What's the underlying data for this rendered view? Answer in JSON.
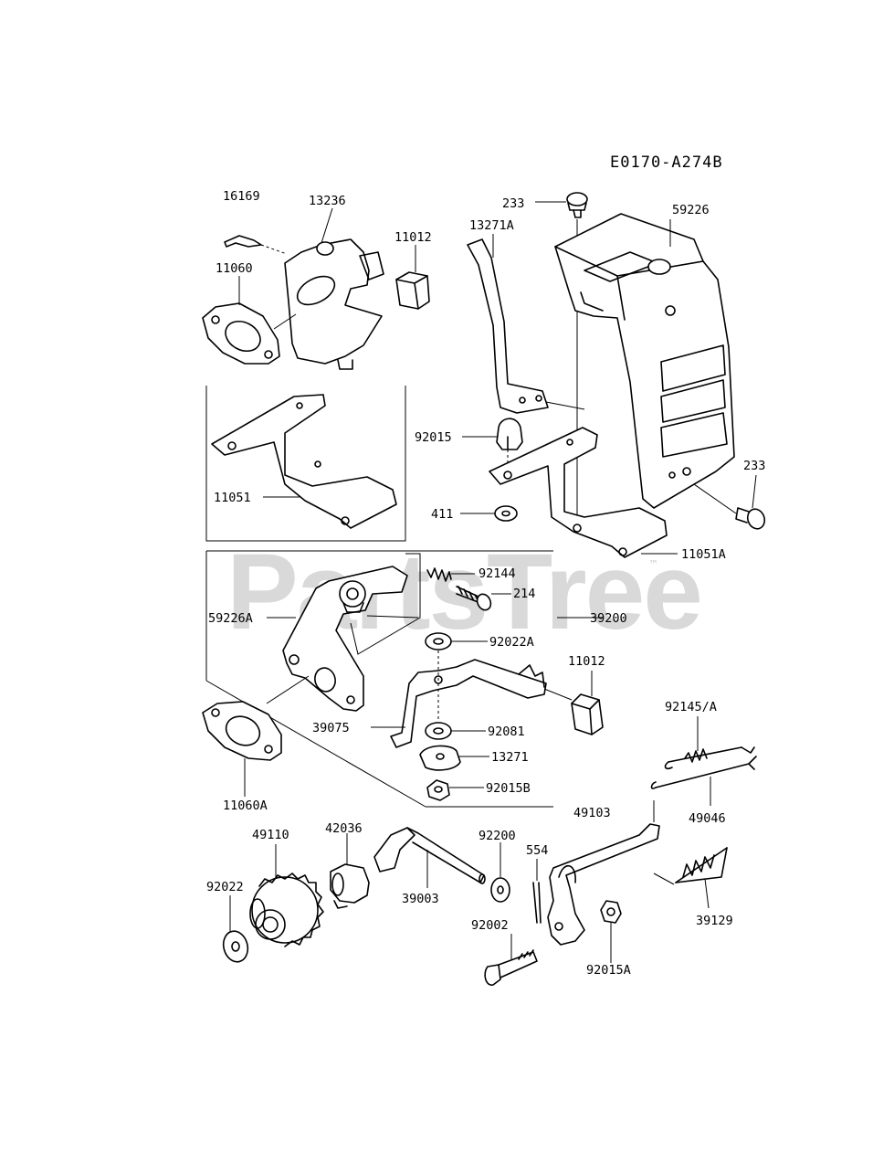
{
  "diagram": {
    "code": "E0170-A274B",
    "watermark": "PartsTree",
    "watermark_tm": "™",
    "labels": {
      "l16169": "16169",
      "l13236": "13236",
      "l11012a": "11012",
      "l11060": "11060",
      "l11051": "11051",
      "l233a": "233",
      "l13271a": "13271A",
      "l59226": "59226",
      "l92015": "92015",
      "l411": "411",
      "l233b": "233",
      "l11051a": "11051A",
      "l92144": "92144",
      "l214": "214",
      "l59226a": "59226A",
      "l39200": "39200",
      "l92022a": "92022A",
      "l11012b": "11012",
      "l39075": "39075",
      "l92081": "92081",
      "l13271": "13271",
      "l92015b": "92015B",
      "l11060a": "11060A",
      "l49103": "49103",
      "l92145": "92145/A",
      "l49046": "49046",
      "l49110": "49110",
      "l42036": "42036",
      "l92200": "92200",
      "l554": "554",
      "l39003": "39003",
      "l92022": "92022",
      "l92002": "92002",
      "l92015a": "92015A",
      "l39129": "39129"
    }
  }
}
